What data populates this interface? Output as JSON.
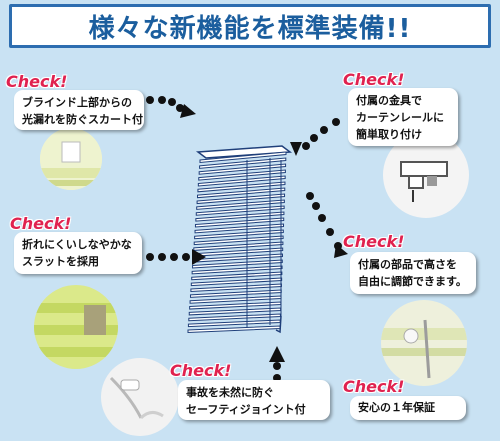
{
  "banner": {
    "title": "様々な新機能を標準装備!!"
  },
  "check_label": "Check!",
  "features": [
    {
      "lines": [
        "ブラインド上部からの",
        "光漏れを防ぐスカート付"
      ]
    },
    {
      "lines": [
        "付属の金具で",
        "カーテンレールに",
        "簡単取り付け"
      ]
    },
    {
      "lines": [
        "折れにくいしなやかな",
        "スラットを採用"
      ]
    },
    {
      "lines": [
        "付属の部品で高さを",
        "自由に調節できます。"
      ]
    },
    {
      "lines": [
        "事故を未然に防ぐ",
        "セーフティジョイント付"
      ]
    },
    {
      "lines": [
        "安心の１年保証"
      ]
    }
  ],
  "colors": {
    "panel": "#c9e2f3",
    "title": "#1b5e9e",
    "check": "#e0224f",
    "blind": "#1f3f7a"
  },
  "icons": [
    "blind-illustration",
    "skirt-photo",
    "bracket-photo",
    "slat-photo",
    "cord-photo",
    "joint-photo",
    "arrow-icon"
  ]
}
